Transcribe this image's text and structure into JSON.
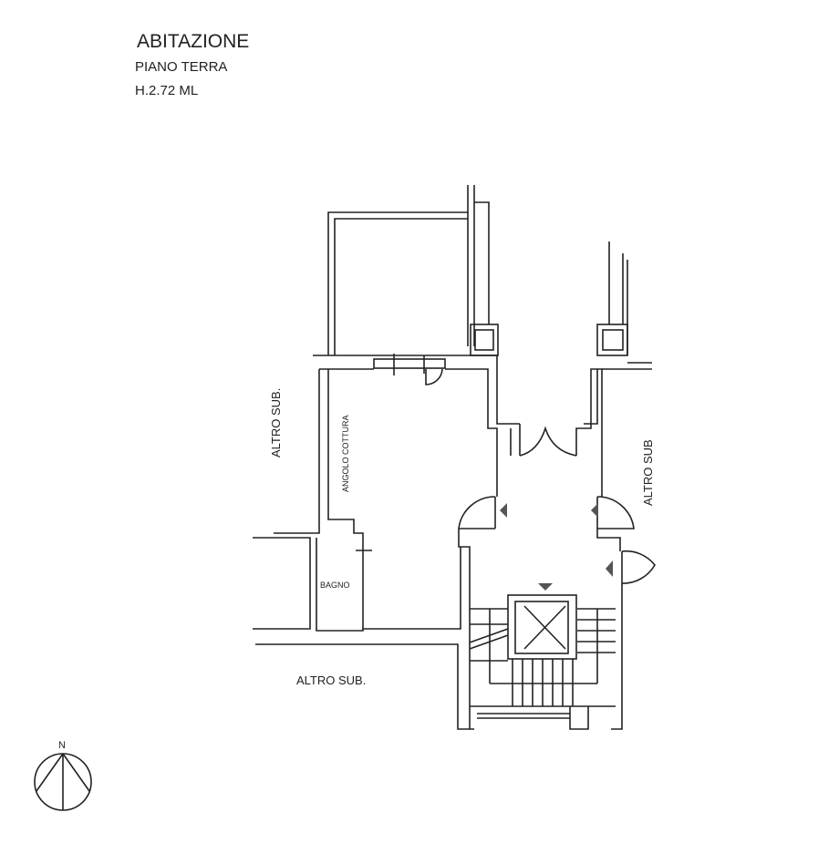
{
  "header": {
    "title": "ABITAZIONE",
    "floor": "PIANO TERRA",
    "height": "H.2.72 ML"
  },
  "rooms": {
    "kitchen": "ANGOLO COTTURA",
    "bathroom": "BAGNO"
  },
  "labels": {
    "left": "ALTRO SUB.",
    "bottom": "ALTRO SUB.",
    "right": "ALTRO SUB"
  },
  "compass": {
    "north": "N"
  }
}
